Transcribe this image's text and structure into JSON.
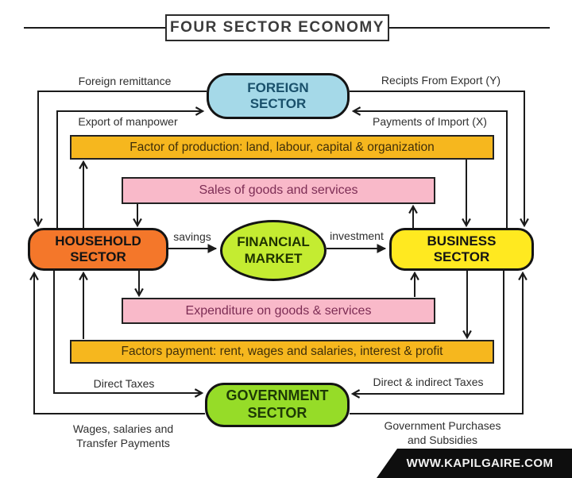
{
  "title": "FOUR SECTOR ECONOMY",
  "nodes": {
    "foreign": {
      "line1": "FOREIGN",
      "line2": "SECTOR"
    },
    "household": {
      "line1": "HOUSEHOLD",
      "line2": "SECTOR"
    },
    "financial": {
      "line1": "FINANCIAL",
      "line2": "MARKET"
    },
    "business": {
      "line1": "BUSINESS",
      "line2": "SECTOR"
    },
    "government": {
      "line1": "GOVERNMENT",
      "line2": "SECTOR"
    }
  },
  "bars": {
    "factor_production": "Factor of production: land, labour, capital & organization",
    "sales": "Sales of goods and services",
    "expenditure": "Expenditure on goods & services",
    "factors_payment": "Factors payment: rent, wages and salaries, interest & profit"
  },
  "flow_labels": {
    "foreign_remittance": "Foreign remittance",
    "receipts_export": "Recipts From Export (Y)",
    "export_manpower": "Export of manpower",
    "payments_import": "Payments of Import (X)",
    "savings": "savings",
    "investment": "investment",
    "direct_taxes": "Direct Taxes",
    "direct_indirect_taxes": "Direct & indirect Taxes",
    "wages_line1": "Wages, salaries and",
    "wages_line2": "Transfer Payments",
    "gov_purchases_line1": "Government Purchases",
    "gov_purchases_line2": "and Subsidies"
  },
  "footer": {
    "website": "WWW.KAPILGAIRE.COM"
  },
  "colors": {
    "foreign_fill": "#a5d9e8",
    "household_fill": "#f4772a",
    "financial_fill": "#c4ec31",
    "business_fill": "#ffe920",
    "government_fill": "#96dc28",
    "gold_bar_fill": "#f6b71e",
    "pink_bar_fill": "#f9b9c9",
    "line_color": "#1b1b1b",
    "footer_bg": "#0e0e0e"
  }
}
